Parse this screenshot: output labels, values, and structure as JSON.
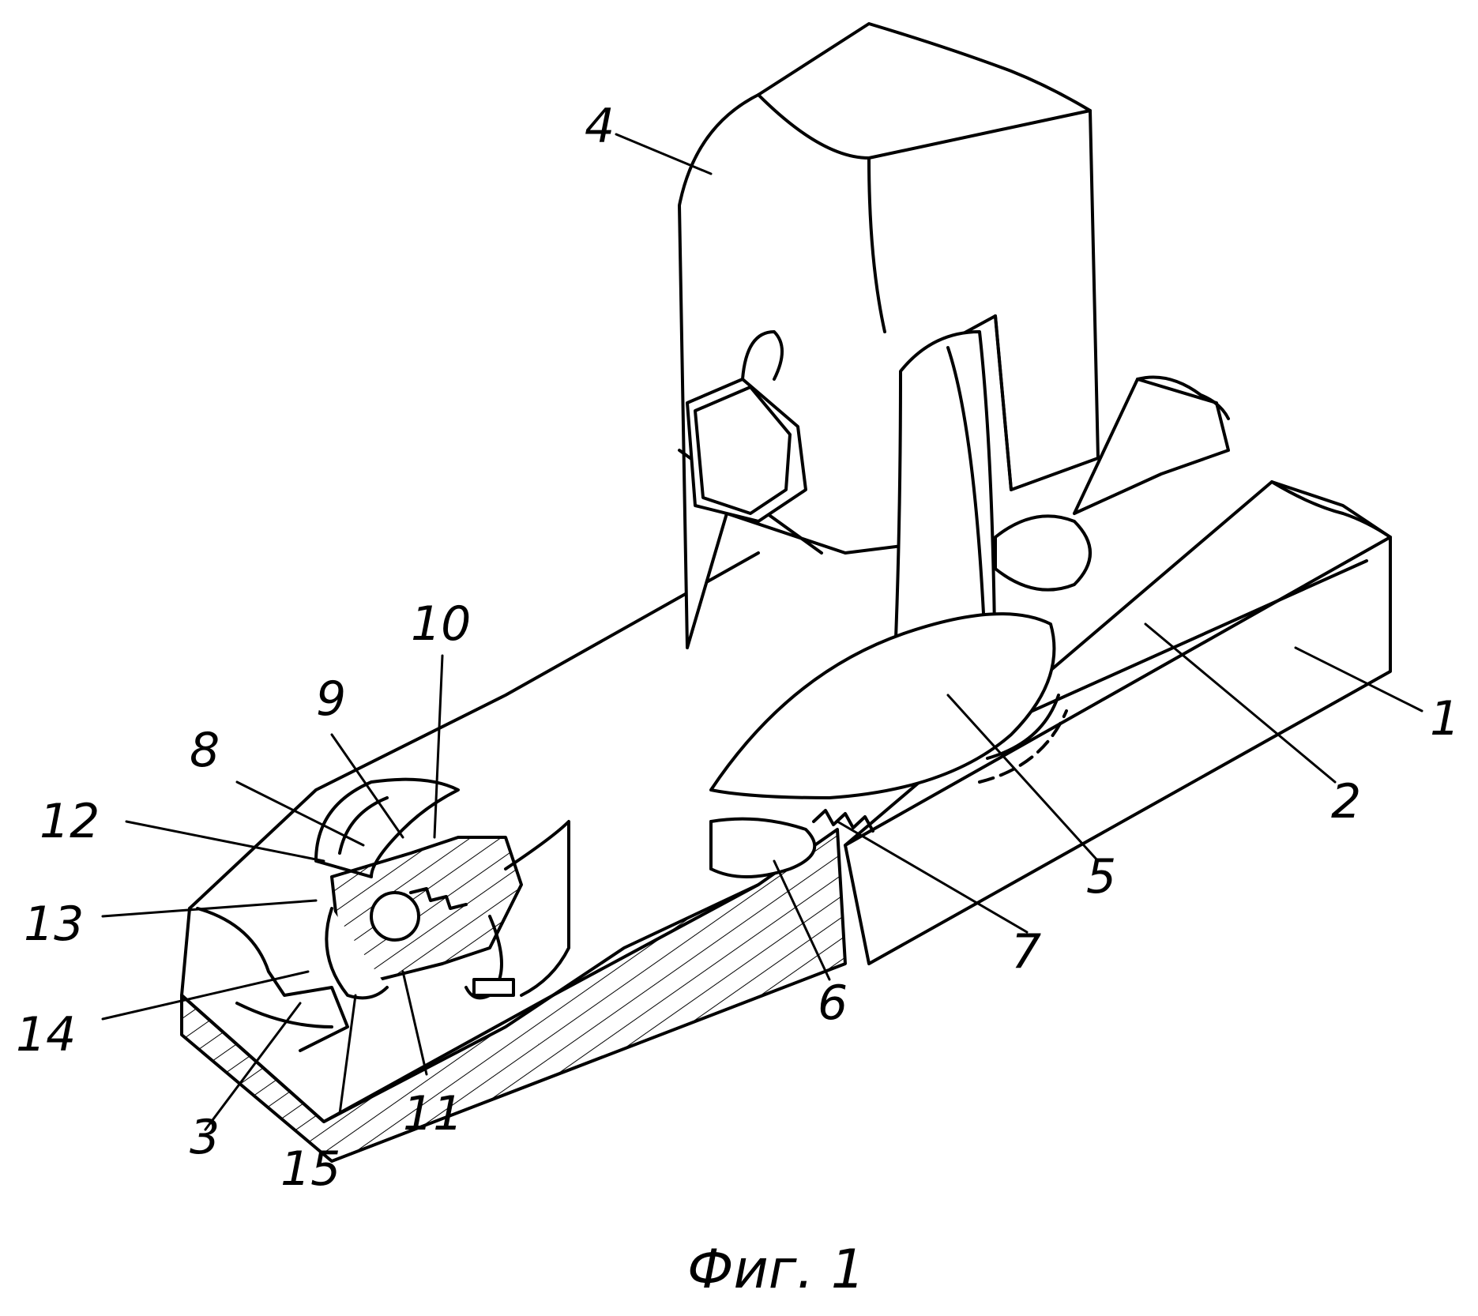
{
  "figure": {
    "caption": "Фиг. 1",
    "ink": "#000000",
    "paper": "#ffffff",
    "labels": {
      "l1": "1",
      "l2": "2",
      "l3": "3",
      "l4": "4",
      "l5": "5",
      "l6": "6",
      "l7": "7",
      "l8": "8",
      "l9": "9",
      "l10": "10",
      "l11": "11",
      "l12": "12",
      "l13": "13",
      "l14": "14",
      "l15": "15"
    }
  }
}
